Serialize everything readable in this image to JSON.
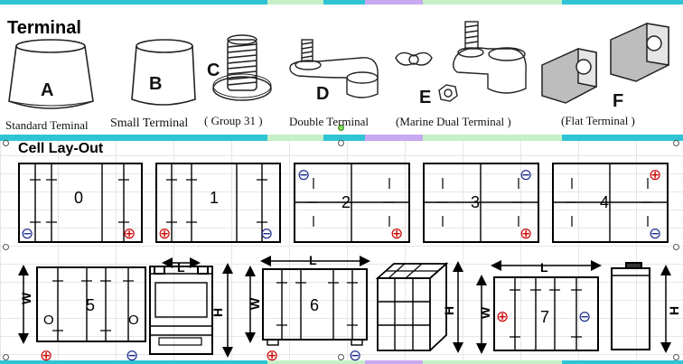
{
  "terminal_section": {
    "title": "Terminal",
    "items": [
      {
        "letter": "A",
        "caption": "Standard Teminal"
      },
      {
        "letter": "B",
        "caption": "Small Terminal"
      },
      {
        "letter": "C",
        "caption": "( Group 31 )"
      },
      {
        "letter": "D",
        "caption": "Double Terminal"
      },
      {
        "letter": "E",
        "caption": "(Marine Dual Terminal )"
      },
      {
        "letter": "F",
        "caption": "(Flat Terminal )"
      }
    ]
  },
  "layout_section": {
    "title": "Cell Lay-Out",
    "layouts": [
      {
        "number": "0",
        "negative": "bottom-left",
        "positive": "bottom-right"
      },
      {
        "number": "1",
        "negative": "bottom-right",
        "positive": "bottom-left"
      },
      {
        "number": "2",
        "negative": "top-left",
        "positive": "bottom-right"
      },
      {
        "number": "3",
        "negative": "top-right",
        "positive": "bottom-right"
      },
      {
        "number": "4",
        "negative": "bottom-right",
        "positive": "top-right"
      },
      {
        "number": "5"
      },
      {
        "number": "6"
      },
      {
        "number": "7"
      }
    ],
    "dimension_labels": {
      "length": "L",
      "width": "W",
      "height": "H"
    },
    "small_marks": {
      "o": "O"
    },
    "symbols": {
      "positive": "⊕",
      "negative": "⊖"
    }
  },
  "colors": {
    "band_cyan": "#2ec4d6",
    "band_green": "#c8f0c8",
    "band_purple": "#c8a8f0",
    "positive": "#cc0000",
    "negative": "#1a2a8a",
    "line": "#000000"
  }
}
